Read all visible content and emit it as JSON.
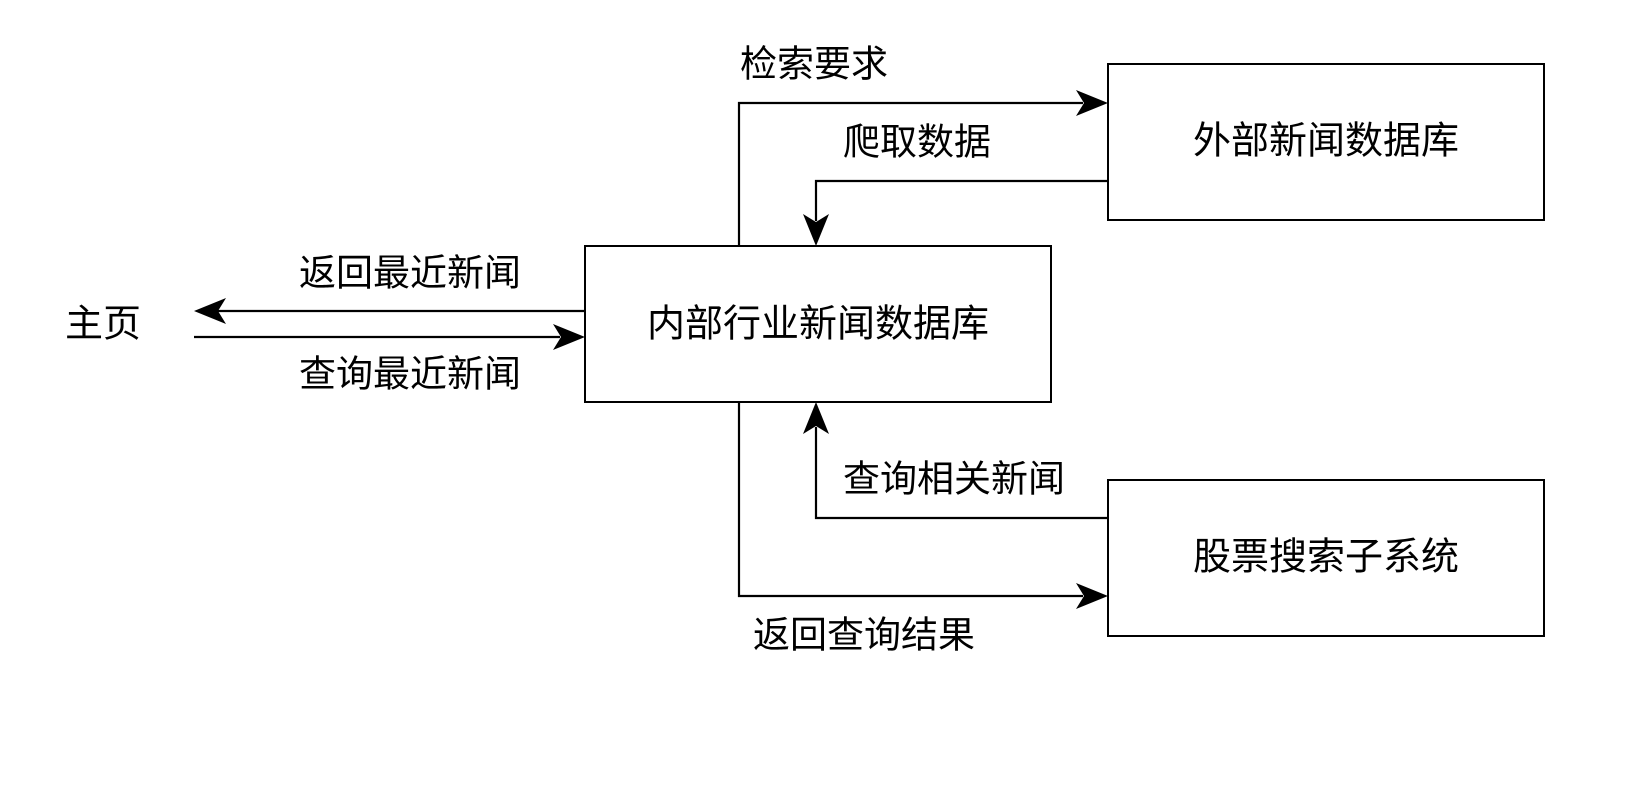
{
  "nodes": {
    "internal_db": "内部行业新闻数据库",
    "external_db": "外部新闻数据库",
    "stock_search": "股票搜索子系统",
    "homepage": "主页"
  },
  "edges": {
    "return_latest_news": "返回最近新闻",
    "query_latest_news": "查询最近新闻",
    "search_request": "检索要求",
    "crawl_data": "爬取数据",
    "query_related_news": "查询相关新闻",
    "return_query_results": "返回查询结果"
  }
}
